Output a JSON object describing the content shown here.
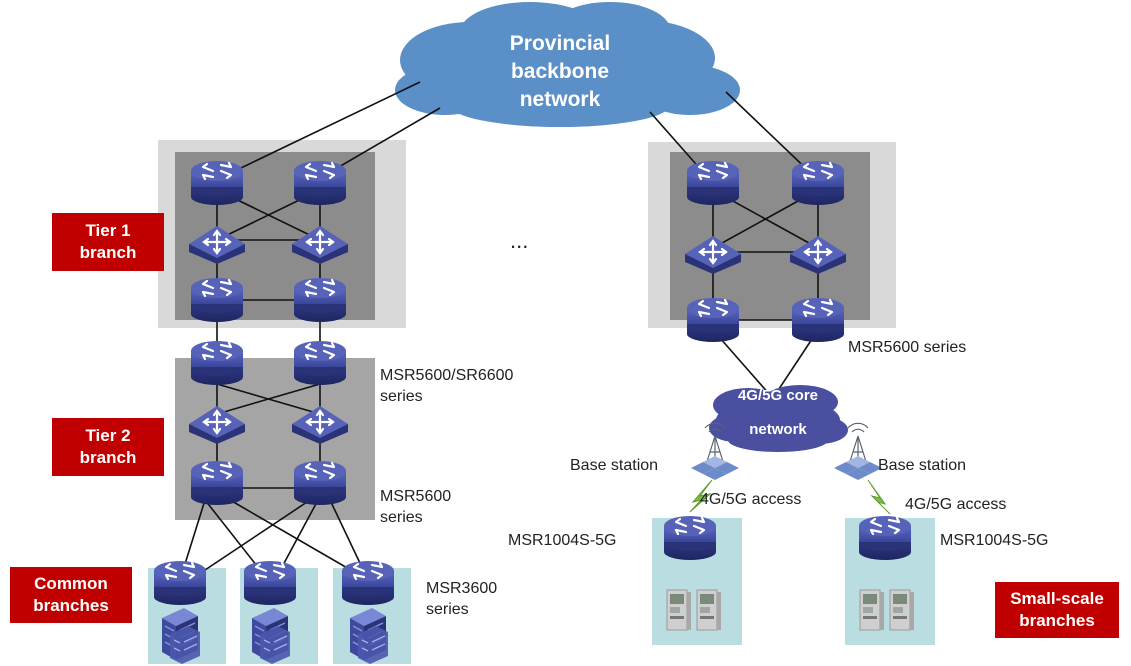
{
  "clouds": {
    "backbone": "Provincial backbone network",
    "backbone_lines": [
      "Provincial",
      "backbone",
      "network"
    ],
    "core": [
      "4G/5G core",
      "network"
    ]
  },
  "tags": {
    "tier1": [
      "Tier 1",
      "branch"
    ],
    "tier2": [
      "Tier 2",
      "branch"
    ],
    "common": [
      "Common",
      "branches"
    ],
    "small": [
      "Small-scale",
      "branches"
    ]
  },
  "labels": {
    "tier2_top": [
      "MSR5600/SR6600",
      "series"
    ],
    "tier2_bottom": [
      "MSR5600",
      "series"
    ],
    "common": [
      "MSR3600",
      "series"
    ],
    "right_tier1": "MSR5600 series",
    "base_station_left": "Base station",
    "base_station_right": "Base station",
    "access_left": "4G/5G access",
    "access_right": "4G/5G access",
    "msr1004_left": "MSR1004S-5G",
    "msr1004_right": "MSR1004S-5G",
    "ellipsis": "..."
  },
  "colors": {
    "tag_red": "#c00000",
    "cloud_blue": "#5b8fc7",
    "core_cloud": "#4a4fa0",
    "device_blue": "#3d4a9e",
    "outer_box": "#d9d9d9",
    "inner_box": "#8c8c8c",
    "branch_box": "#b9dde0",
    "wireless_green": "#7ac143"
  },
  "icons": {
    "router": "router-icon",
    "switch": "switch-icon",
    "server": "server-icon",
    "atm": "atm-icon",
    "antenna": "base-station-icon"
  }
}
